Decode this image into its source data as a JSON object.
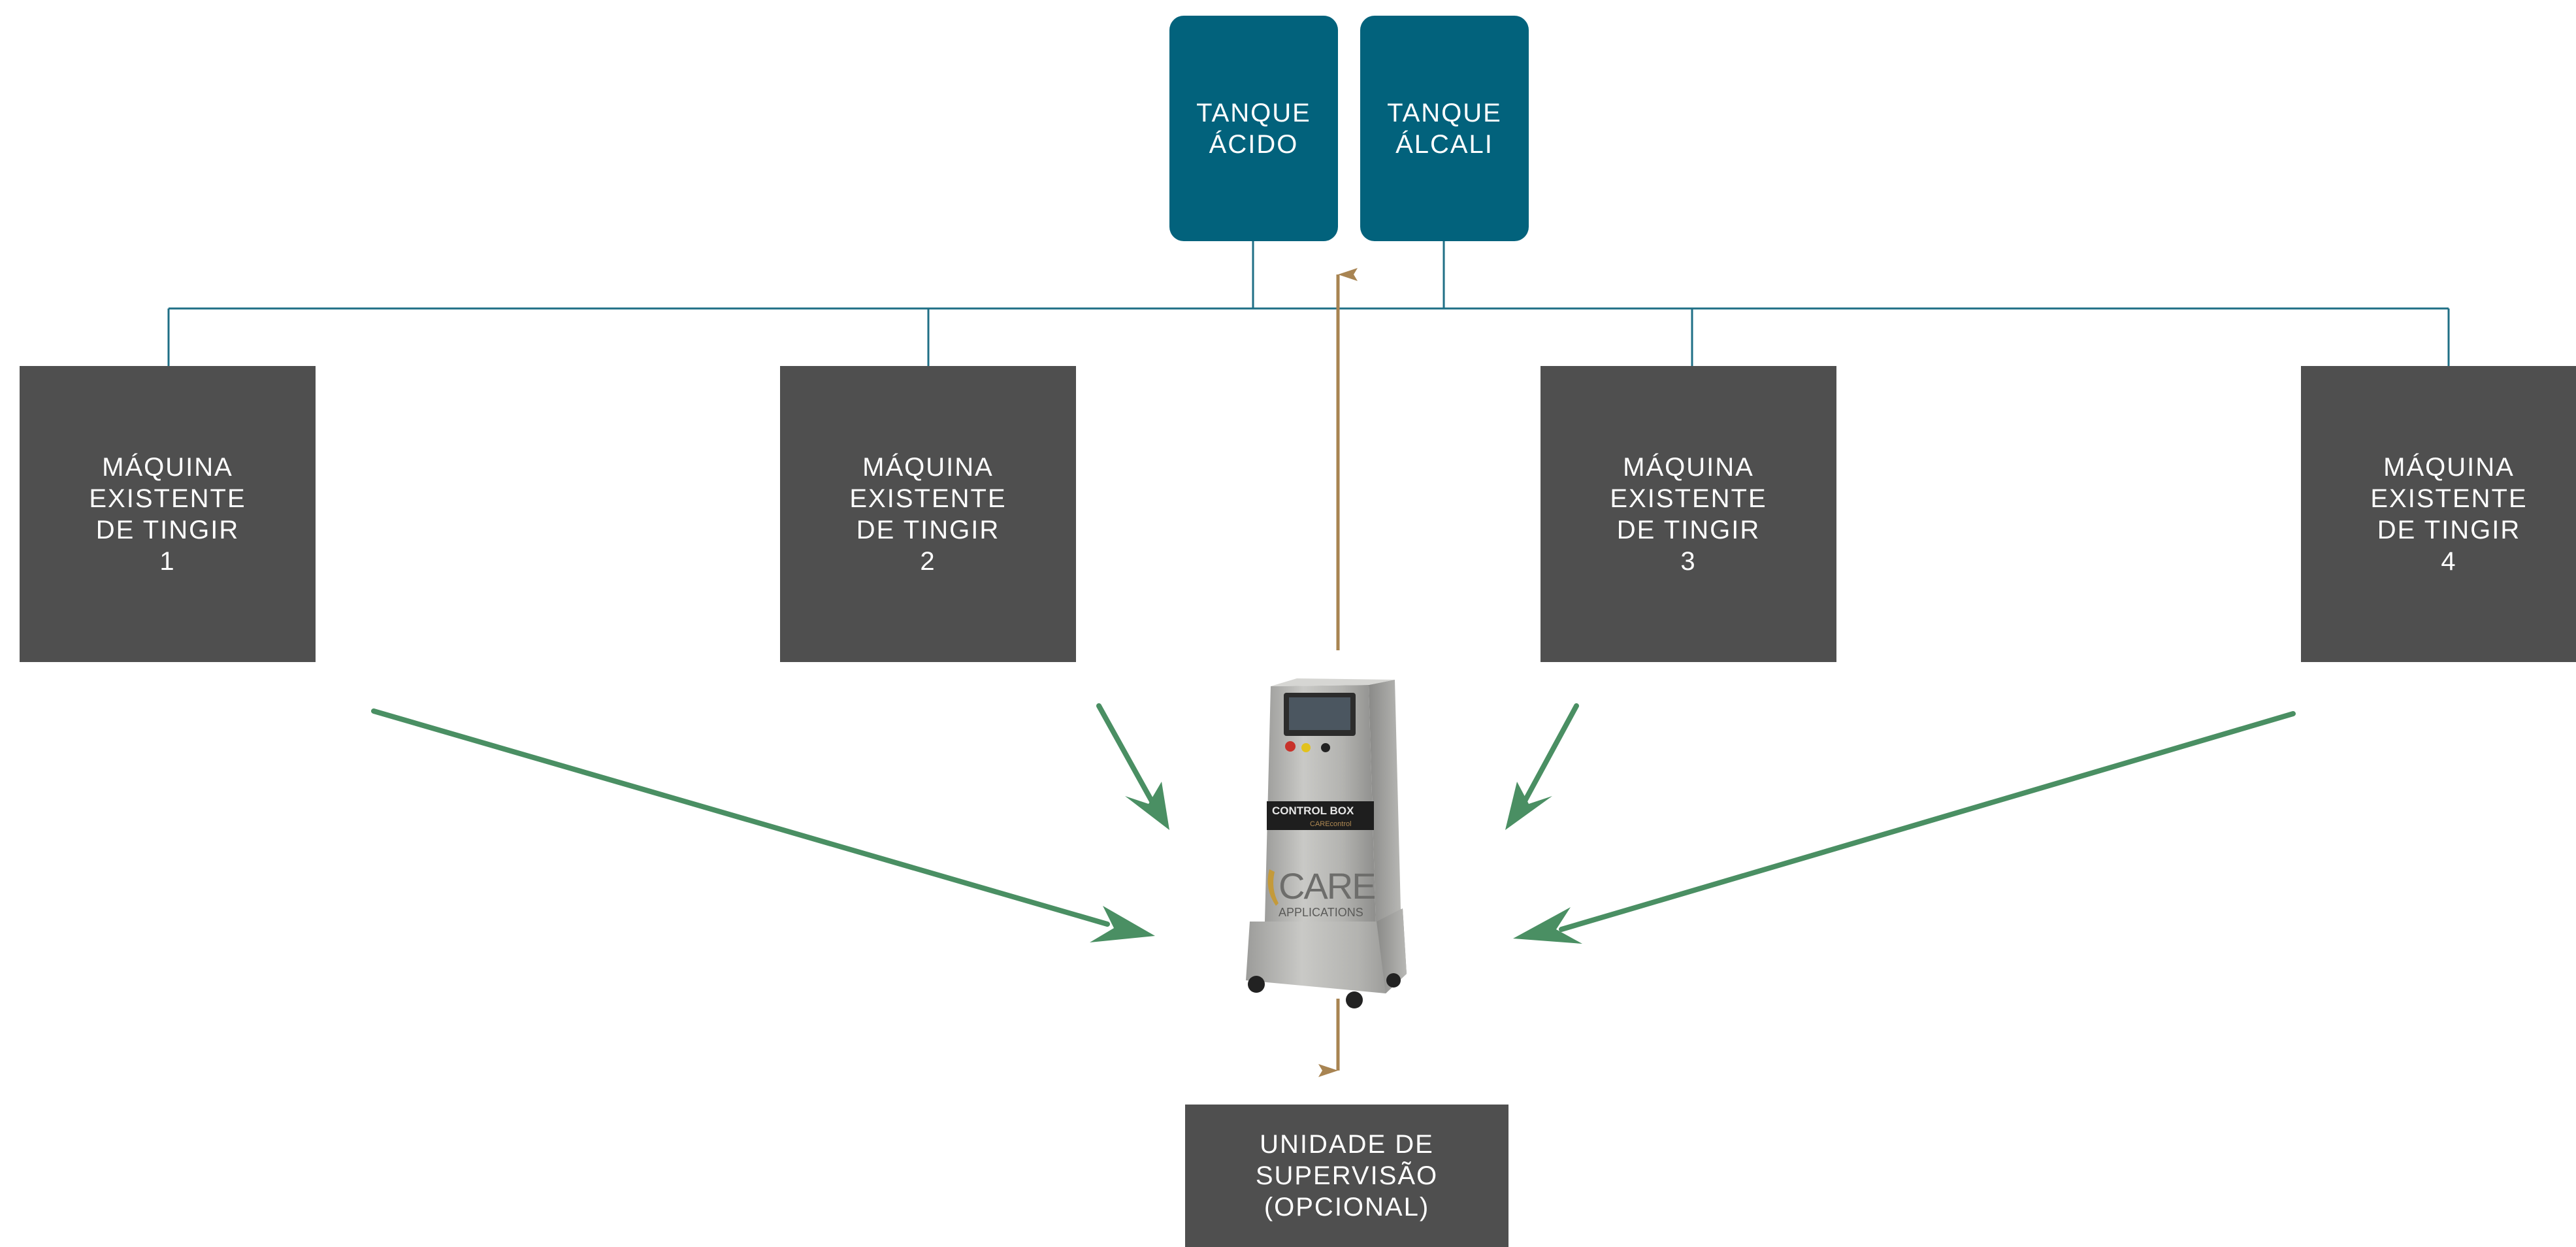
{
  "diagram": {
    "tanks": [
      {
        "line1": "TANQUE",
        "line2": "ÁCIDO"
      },
      {
        "line1": "TANQUE",
        "line2": "ÁLCALI"
      }
    ],
    "machines": [
      {
        "line1": "MÁQUINA",
        "line2": "EXISTENTE",
        "line3": "DE TINGIR",
        "number": "1"
      },
      {
        "line1": "MÁQUINA",
        "line2": "EXISTENTE",
        "line3": "DE TINGIR",
        "number": "2"
      },
      {
        "line1": "MÁQUINA",
        "line2": "EXISTENTE",
        "line3": "DE TINGIR",
        "number": "3"
      },
      {
        "line1": "MÁQUINA",
        "line2": "EXISTENTE",
        "line3": "DE TINGIR",
        "number": "4"
      }
    ],
    "control_box": {
      "label": "CONTROL BOX",
      "sublabel": "CAREcontrol",
      "brand_top": "CARE",
      "brand_bottom": "APPLICATIONS"
    },
    "supervision": {
      "line1": "UNIDADE DE",
      "line2": "SUPERVISÃO",
      "line3": "(OPCIONAL)"
    }
  },
  "colors": {
    "tank_fill": "#02627c",
    "machine_fill": "#4f4f4f",
    "pipe_line": "#1f6f86",
    "signal_arrow": "#4a8f63",
    "control_arrow": "#a88452"
  }
}
